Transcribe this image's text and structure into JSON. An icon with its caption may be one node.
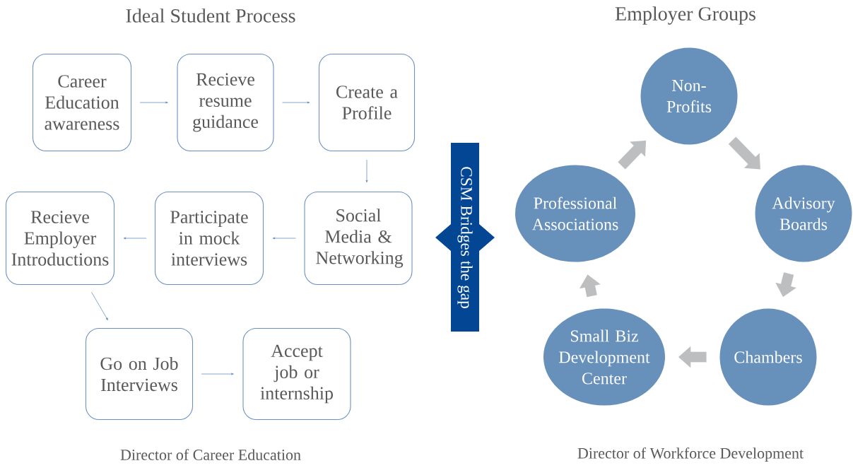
{
  "diagram": {
    "nodes": [
      {
        "text": [
          "Career Education awareness"
        ]
      },
      {
        "text": [
          "Recieve resume guidance"
        ]
      },
      {
        "text": [
          "Create a Profile"
        ]
      },
      {
        "text": [
          "Social Media & Networking"
        ]
      },
      {
        "text": [
          "Participate in mock interviews"
        ]
      },
      {
        "text": [
          "Recieve Employer Introductions"
        ]
      },
      {
        "text": [
          "Go on Job Interviews"
        ]
      },
      {
        "text": [
          "Accept job or internship"
        ]
      },
      {
        "text": [
          "CSM Bridges the gap"
        ]
      },
      {
        "text": [
          "Non-Profits"
        ]
      },
      {
        "text": [
          "Advisory Boards"
        ]
      },
      {
        "text": [
          "Chambers"
        ]
      },
      {
        "text": [
          "Small Biz Development Center"
        ]
      },
      {
        "text": [
          "Professional Associations"
        ]
      }
    ],
    "edges": [
      {
        "from": 0,
        "to": 1,
        "arrow": "to"
      },
      {
        "from": 1,
        "to": 2,
        "arrow": "to"
      },
      {
        "from": 2,
        "to": 3,
        "arrow": "to"
      },
      {
        "from": 3,
        "to": 4,
        "arrow": "to"
      },
      {
        "from": 4,
        "to": 5,
        "arrow": "to"
      },
      {
        "from": 5,
        "to": 6,
        "arrow": "to"
      },
      {
        "from": 6,
        "to": 7,
        "arrow": "to"
      },
      {
        "from": 13,
        "to": 9,
        "arrow": "to",
        "style": "thick",
        "color": "#bcbec0"
      },
      {
        "from": 9,
        "to": 10,
        "arrow": "to",
        "style": "thick",
        "color": "#bcbec0"
      },
      {
        "from": 10,
        "to": 11,
        "arrow": "to",
        "style": "thick",
        "color": "#bcbec0"
      },
      {
        "from": 11,
        "to": 12,
        "arrow": "to",
        "style": "thick",
        "color": "#bcbec0"
      },
      {
        "from": 12,
        "to": 13,
        "arrow": "to",
        "style": "thick",
        "color": "#bcbec0"
      }
    ],
    "labels": [
      "Ideal Student Process",
      "Employer Groups",
      "Director of Career Education",
      "Director of Workforce Development"
    ]
  }
}
